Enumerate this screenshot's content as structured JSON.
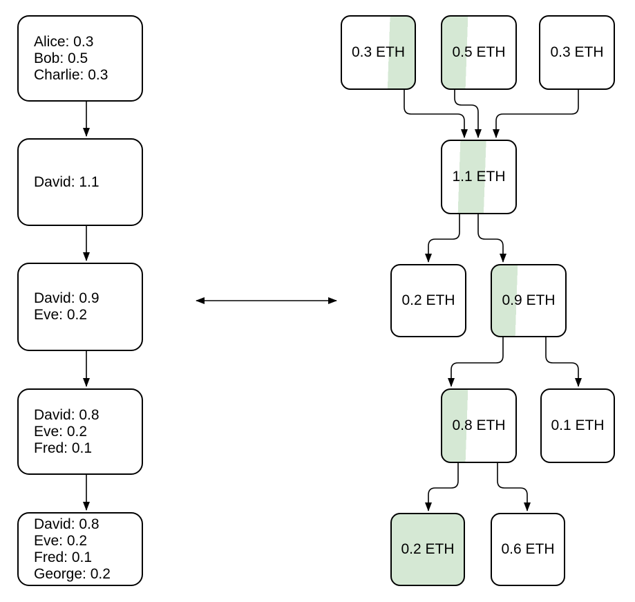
{
  "colors": {
    "background": "#ffffff",
    "node_fill": "#ffffff",
    "highlight_green": "#d5e8d4",
    "stroke": "#000000",
    "text": "#000000"
  },
  "account_model": {
    "states": [
      {
        "id": "state-1",
        "lines": [
          "Alice: 0.3",
          "Bob: 0.5",
          "Charlie: 0.3"
        ]
      },
      {
        "id": "state-2",
        "lines": [
          "David: 1.1"
        ]
      },
      {
        "id": "state-3",
        "lines": [
          "David: 0.9",
          "Eve: 0.2"
        ]
      },
      {
        "id": "state-4",
        "lines": [
          "David: 0.8",
          "Eve: 0.2",
          "Fred: 0.1"
        ]
      },
      {
        "id": "state-5",
        "lines": [
          "David: 0.8",
          "Eve: 0.2",
          "Fred: 0.1",
          "George: 0.2"
        ]
      }
    ],
    "edges": [
      {
        "from": "state-1",
        "to": "state-2"
      },
      {
        "from": "state-2",
        "to": "state-3"
      },
      {
        "from": "state-3",
        "to": "state-4"
      },
      {
        "from": "state-4",
        "to": "state-5"
      }
    ]
  },
  "utxo_model": {
    "nodes": [
      {
        "id": "utxo-03a",
        "label": "0.3 ETH",
        "highlight": "right-third"
      },
      {
        "id": "utxo-05",
        "label": "0.5 ETH",
        "highlight": "left-third"
      },
      {
        "id": "utxo-03b",
        "label": "0.3 ETH",
        "highlight": "none"
      },
      {
        "id": "utxo-11",
        "label": "1.1 ETH",
        "highlight": "center-third"
      },
      {
        "id": "utxo-02-change",
        "label": "0.2 ETH",
        "highlight": "none"
      },
      {
        "id": "utxo-09",
        "label": "0.9 ETH",
        "highlight": "left-third"
      },
      {
        "id": "utxo-08",
        "label": "0.8 ETH",
        "highlight": "left-third"
      },
      {
        "id": "utxo-01",
        "label": "0.1 ETH",
        "highlight": "none"
      },
      {
        "id": "utxo-02-spent",
        "label": "0.2 ETH",
        "highlight": "full"
      },
      {
        "id": "utxo-06",
        "label": "0.6 ETH",
        "highlight": "none"
      }
    ],
    "edges": [
      {
        "from": "utxo-03a",
        "to": "utxo-11"
      },
      {
        "from": "utxo-05",
        "to": "utxo-11"
      },
      {
        "from": "utxo-03b",
        "to": "utxo-11"
      },
      {
        "from": "utxo-11",
        "to": "utxo-02-change"
      },
      {
        "from": "utxo-11",
        "to": "utxo-09"
      },
      {
        "from": "utxo-09",
        "to": "utxo-08"
      },
      {
        "from": "utxo-09",
        "to": "utxo-01"
      },
      {
        "from": "utxo-08",
        "to": "utxo-02-spent"
      },
      {
        "from": "utxo-08",
        "to": "utxo-06"
      }
    ]
  },
  "equivalence_arrow": {
    "style": "double-headed"
  }
}
